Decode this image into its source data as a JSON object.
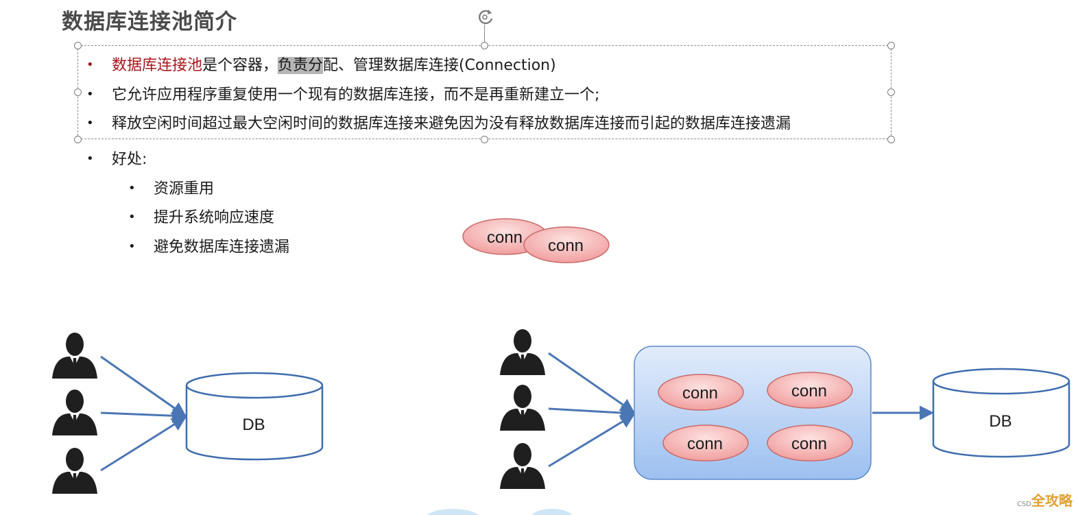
{
  "slide": {
    "title": "数据库连接池简介",
    "bullets": [
      {
        "parts": [
          "数据库连接池",
          "是个容器，",
          "负责分",
          "配、管理数据库连接(Connection)"
        ]
      },
      {
        "text": "它允许应用程序重复使用一个现有的数据库连接，而不是再重新建立一个;"
      },
      {
        "text": "释放空闲时间超过最大空闲时间的数据库连接来避免因为没有释放数据库连接而引起的数据库连接遗漏"
      },
      {
        "text": "好处:"
      }
    ],
    "sub_bullets": [
      "资源重用",
      "提升系统响应速度",
      "避免数据库连接遗漏"
    ]
  },
  "diagram": {
    "floating_conn_labels": [
      "conn",
      "conn"
    ],
    "left_db_label": "DB",
    "right_db_label": "DB",
    "pool_conn_labels": [
      "conn",
      "conn",
      "conn",
      "conn"
    ],
    "colors": {
      "arrow": "#4b76b4",
      "conn_fill": "#f4a7a7",
      "conn_stroke": "#c76b6b",
      "pool_fill": "#a9c8f2",
      "pool_stroke": "#5a87c8",
      "db_stroke": "#3f6cad",
      "person": "#1f1f1f"
    }
  },
  "watermark": {
    "text": "全攻略",
    "small": "CSD"
  }
}
